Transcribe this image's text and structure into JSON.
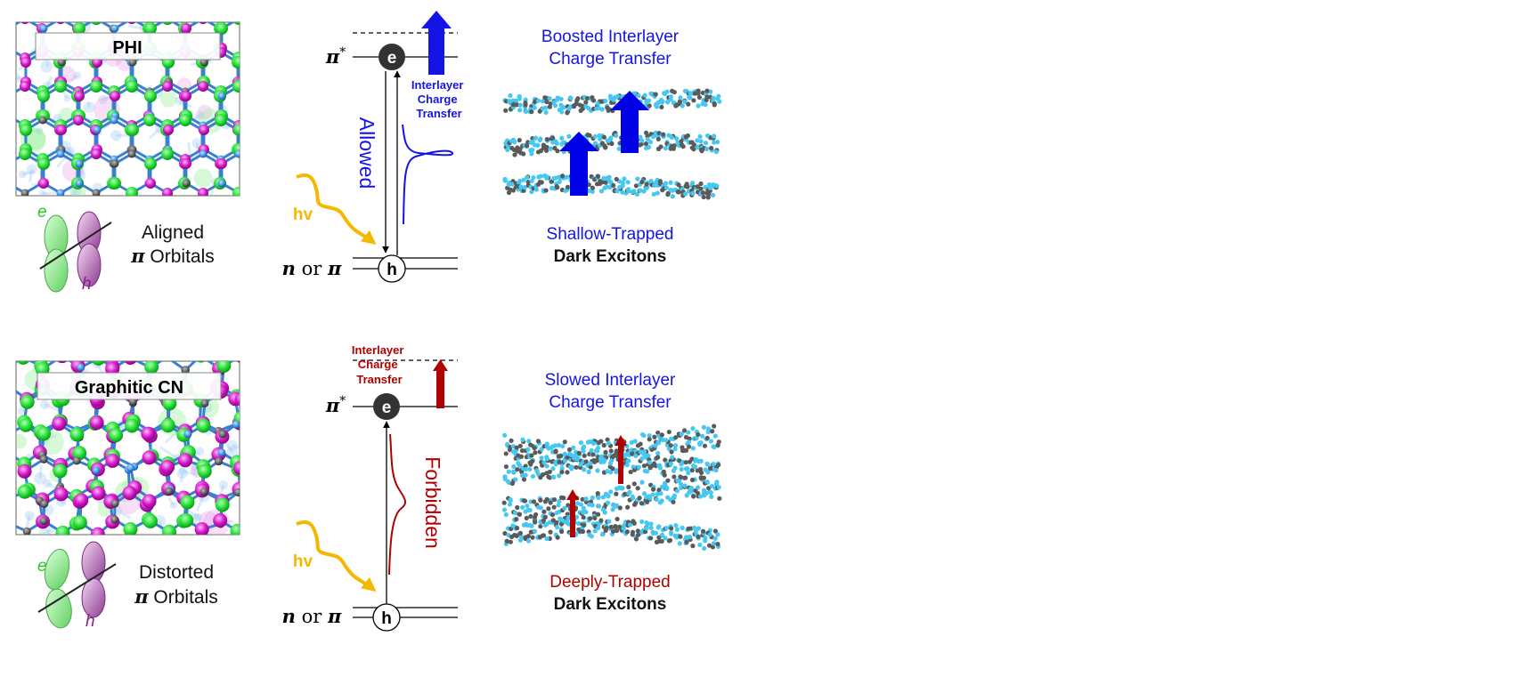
{
  "top": {
    "structure_label": "PHI",
    "orbital_e": "e",
    "orbital_h": "h",
    "orbital_line1": "Aligned",
    "orbital_line2_pi": "π",
    "orbital_line2": " Orbitals",
    "pi_star_symbol": "π",
    "pi_star_sup": "*",
    "ground_n": "n",
    "ground_or": " or ",
    "ground_pi": "π",
    "electron": "e",
    "hole": "h",
    "hv": "hv",
    "transition": "Allowed",
    "ict_label": [
      "Interlayer",
      "Charge",
      "Transfer"
    ],
    "title_line1": "Boosted Interlayer",
    "title_line2": "Charge Transfer",
    "bottom_line1": "Shallow-Trapped",
    "bottom_line2": "Dark Excitons"
  },
  "bottom": {
    "structure_label": "Graphitic CN",
    "orbital_e": "e",
    "orbital_h": "h",
    "orbital_line1": "Distorted",
    "orbital_line2_pi": "π",
    "orbital_line2": " Orbitals",
    "pi_star_symbol": "π",
    "pi_star_sup": "*",
    "ground_n": "n",
    "ground_or": " or ",
    "ground_pi": "π",
    "electron": "e",
    "hole": "h",
    "hv": "hv",
    "transition": "Forbidden",
    "ict_label": [
      "Interlayer",
      "Charge",
      "Transfer"
    ],
    "title_line1": "Slowed Interlayer",
    "title_line2": "Charge Transfer",
    "bottom_line1": "Deeply-Trapped",
    "bottom_line2": "Dark Excitons"
  },
  "colors": {
    "blue": "#1414e6",
    "red": "#b00000",
    "gold": "#f5b800",
    "green": "#22dd33",
    "magenta": "#d414c8",
    "cyan": "#40c8f0",
    "gray": "#555555"
  }
}
